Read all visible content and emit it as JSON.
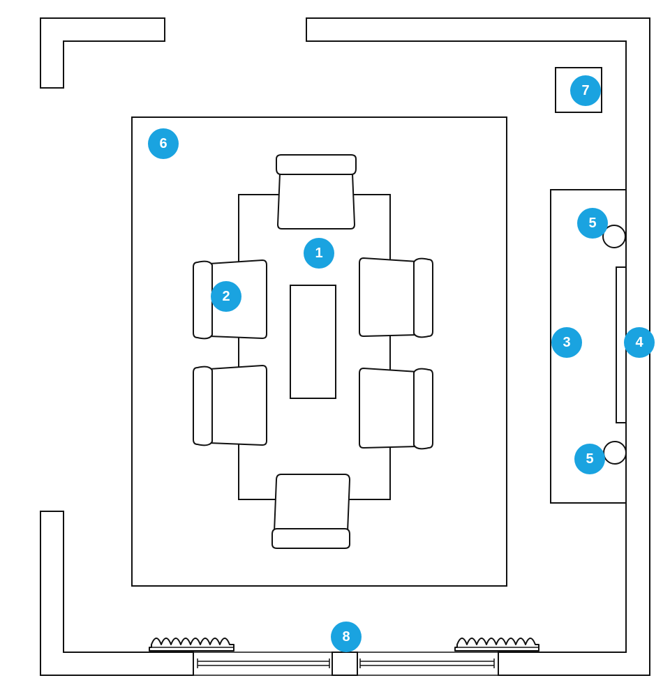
{
  "accent_color": "#1aa3e0",
  "line_color": "#111111",
  "markers": [
    {
      "label": "1"
    },
    {
      "label": "2"
    },
    {
      "label": "3"
    },
    {
      "label": "4"
    },
    {
      "label": "5"
    },
    {
      "label": "5"
    },
    {
      "label": "6"
    },
    {
      "label": "7"
    },
    {
      "label": "8"
    }
  ],
  "icons": {
    "marker": "numbered-circle-badge",
    "chair": "armchair-icon",
    "plant": "plant-row-icon",
    "speaker": "speaker-circle-icon"
  }
}
